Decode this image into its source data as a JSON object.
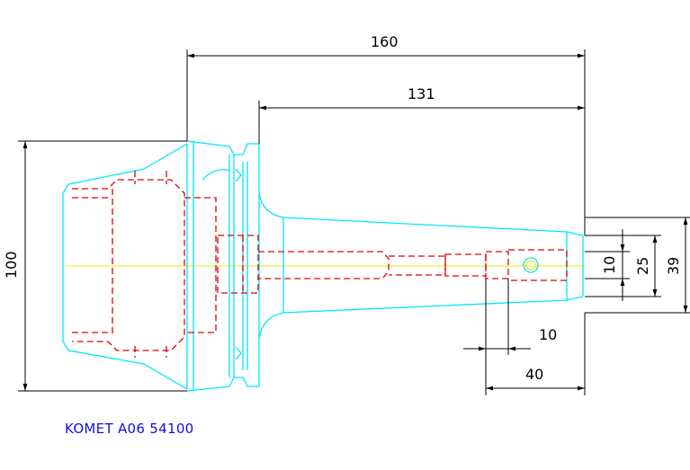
{
  "dimensions": {
    "overall_length": "160",
    "gauge_length": "131",
    "flange_diameter": "100",
    "bore_diameter": "10",
    "inner_diameter": "25",
    "nose_diameter": "39",
    "small_step": "10",
    "nose_length": "40"
  },
  "caption": "KOMET A06 54100",
  "colors": {
    "outline": "#00e5ff",
    "hidden": "#e00000",
    "centerline": "#e8e800",
    "dimension": "#000000",
    "caption": "#1010e0"
  }
}
